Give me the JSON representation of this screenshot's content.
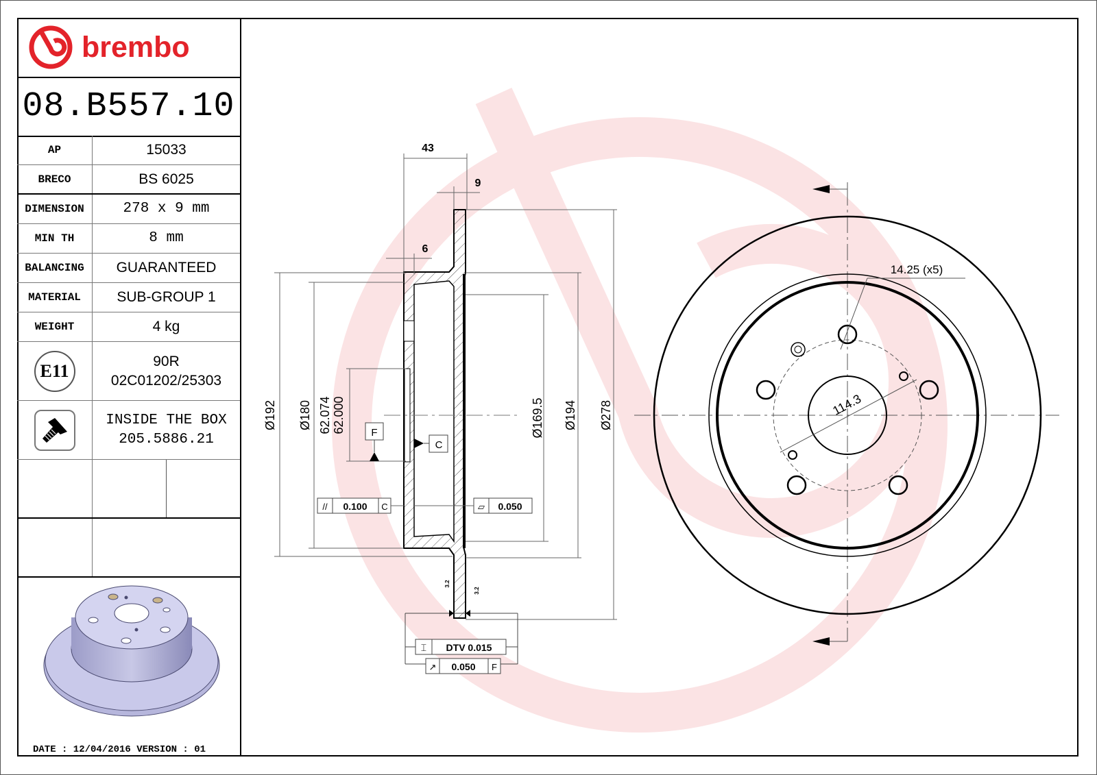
{
  "brand": {
    "name": "brembo",
    "color": "#e3232a",
    "watermark_color": "#fbe3e4"
  },
  "part_number": "08.B557.10",
  "specs": [
    {
      "label": "AP",
      "value": "15033"
    },
    {
      "label": "BRECO",
      "value": "BS 6025"
    },
    {
      "label": "DIMENSION",
      "value": "278 x 9 mm"
    },
    {
      "label": "MIN TH",
      "value": "8 mm"
    },
    {
      "label": "BALANCING",
      "value": "GUARANTEED"
    },
    {
      "label": "MATERIAL",
      "value": "SUB-GROUP 1"
    },
    {
      "label": "WEIGHT",
      "value": "4 kg"
    }
  ],
  "approval": {
    "icon_label": "E11",
    "line1": "90R",
    "line2": "02C01202/25303"
  },
  "screw": {
    "icon": "screw-icon",
    "line1": "INSIDE THE BOX",
    "line2": "205.5886.21"
  },
  "footer": {
    "text": "DATE : 12/04/2016 VERSION : 01",
    "date": "12/04/2016",
    "version": "01"
  },
  "section_view": {
    "dim_overall_height": "43",
    "dim_disc_thickness": "9",
    "dim_hat_thickness": "6",
    "dia_192": "Ø192",
    "dia_180": "Ø180",
    "dia_center_bore_max": "62.074",
    "dia_center_bore_min": "62.000",
    "dia_169_5": "Ø169.5",
    "dia_194": "Ø194",
    "dia_278": "Ø278",
    "datum_f": "F",
    "datum_c": "C",
    "parallelism": {
      "symbol": "//",
      "value": "0.100",
      "datum": "C"
    },
    "flatness": {
      "symbol": "▱",
      "value": "0.050"
    },
    "dtv": {
      "symbol": "⌶",
      "value": "DTV 0.015"
    },
    "runout": {
      "symbol": "↗",
      "value": "0.050",
      "datum": "F"
    },
    "surface_finish": "3.2"
  },
  "front_view": {
    "bolt_hole_label": "14.25 (x5)",
    "pcd_label": "114.3"
  }
}
